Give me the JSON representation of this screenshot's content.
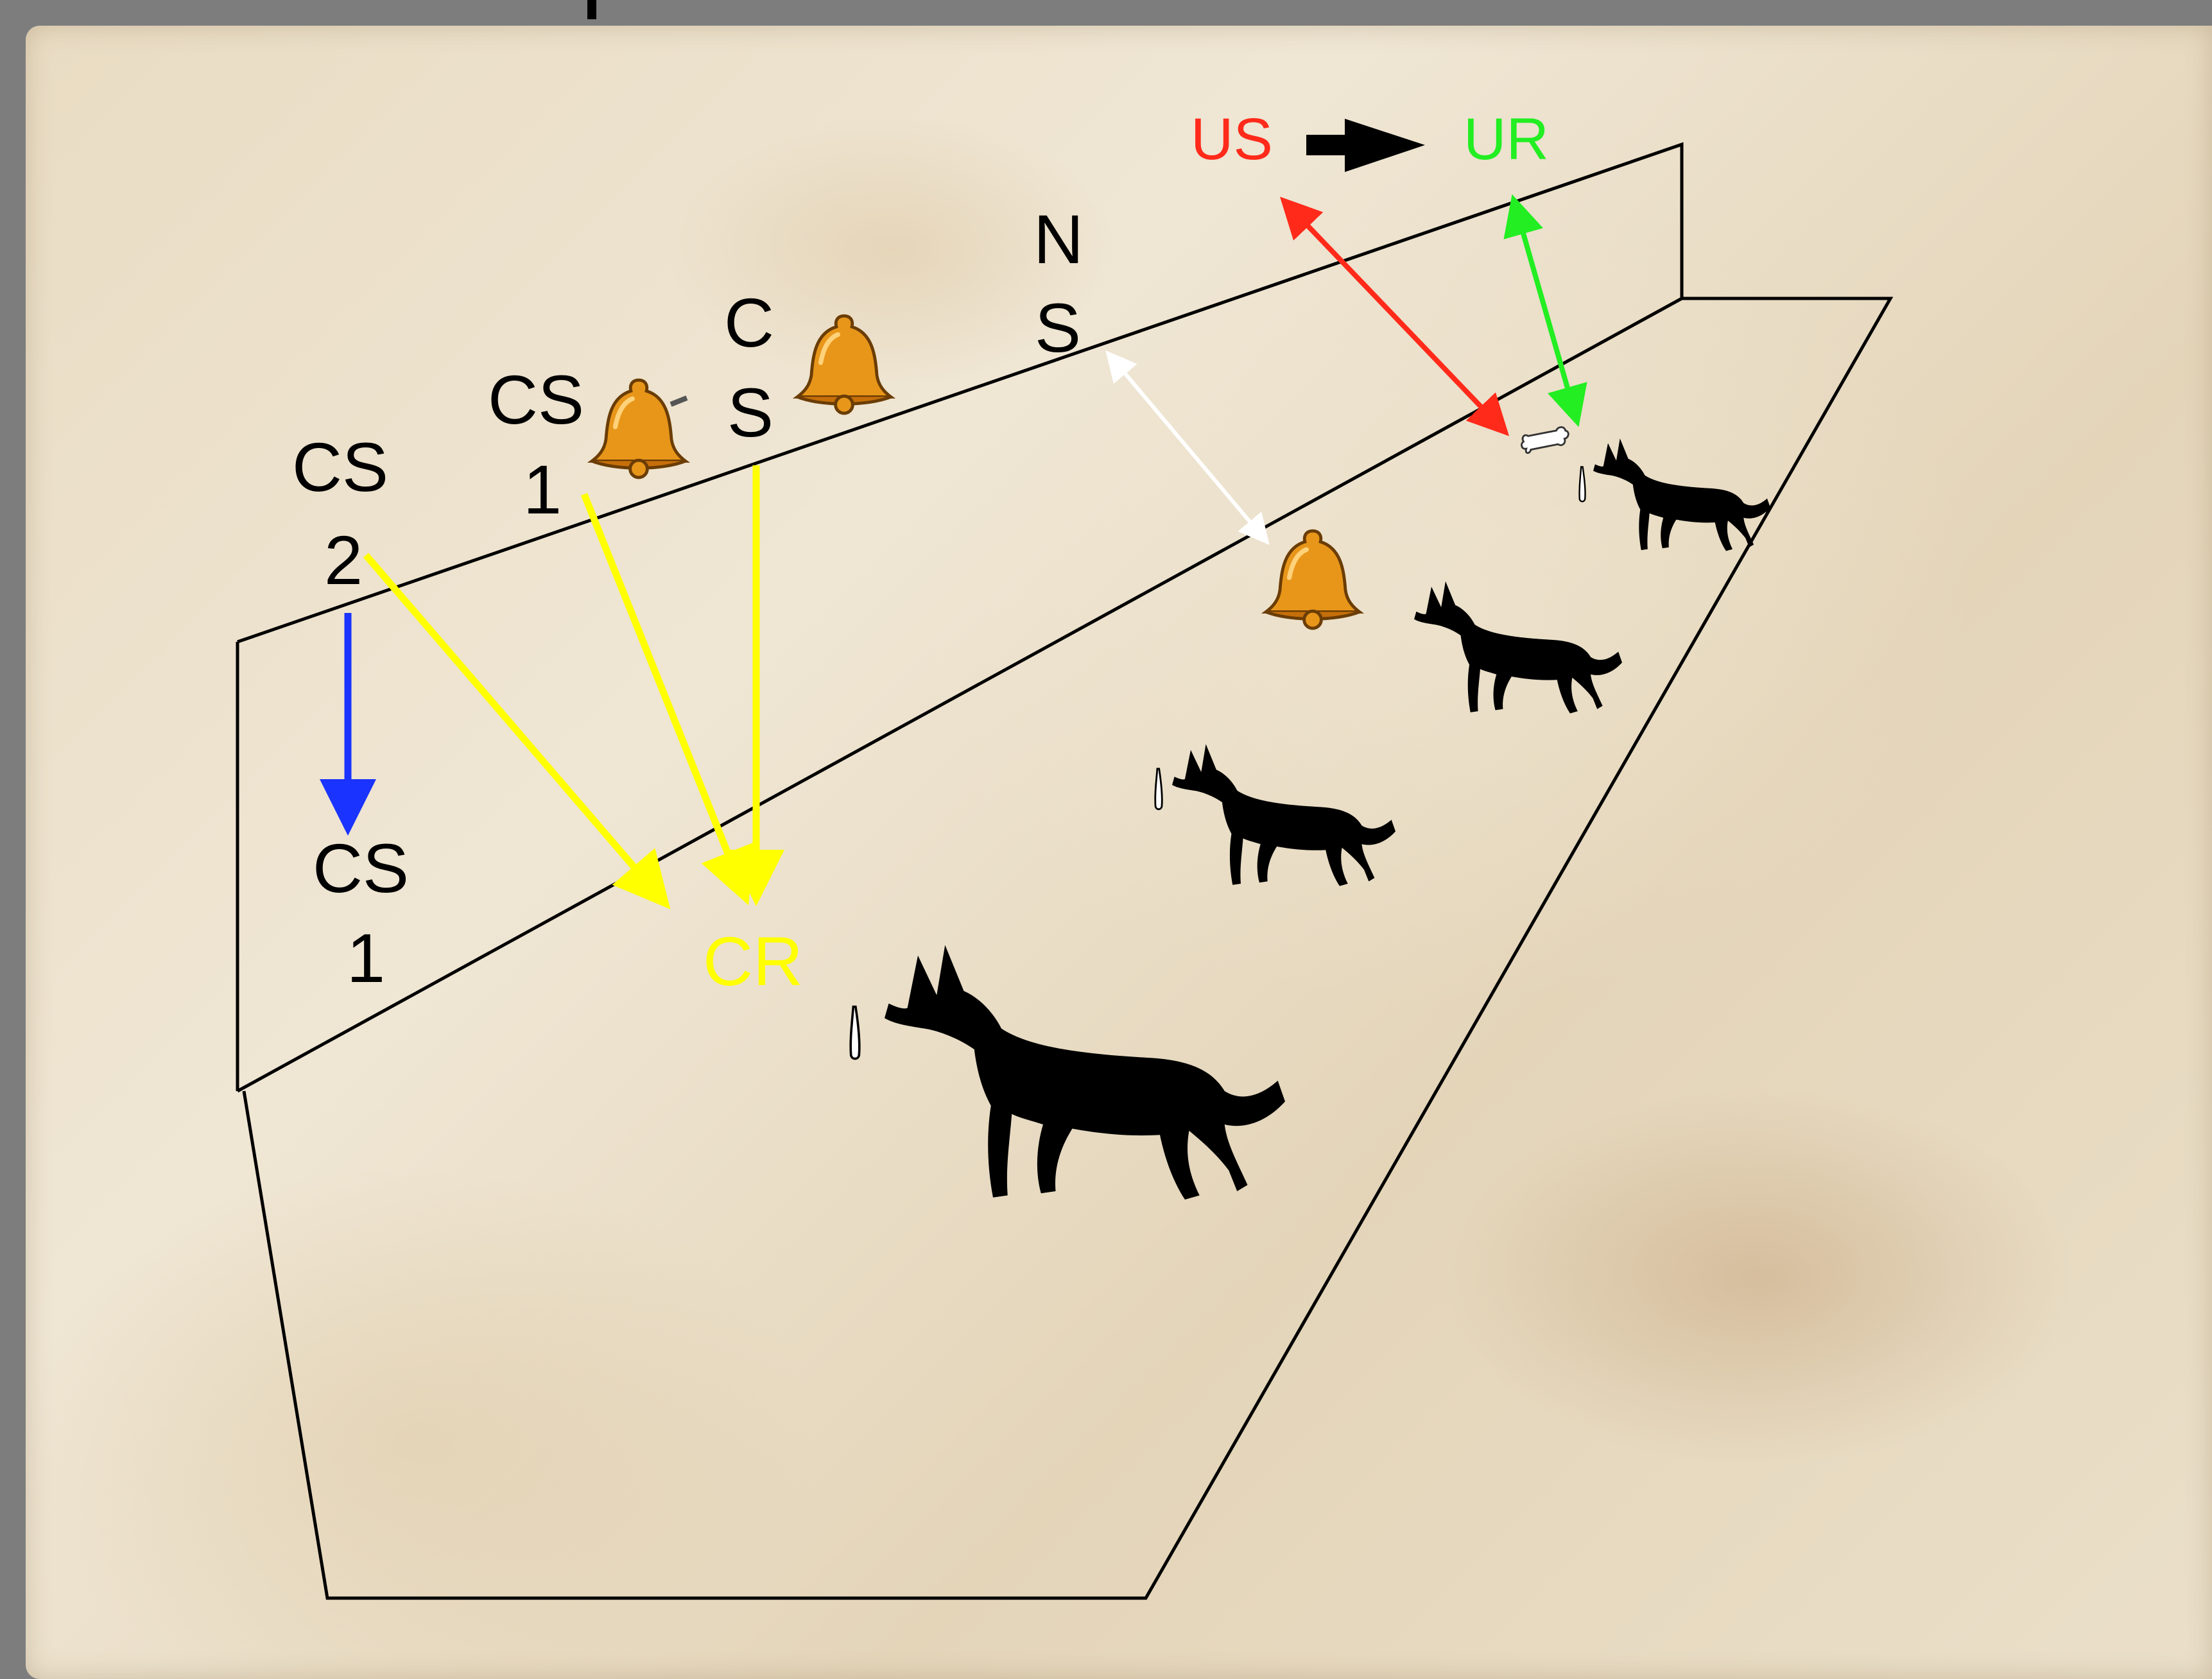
{
  "labels": {
    "us": "US",
    "ur": "UR",
    "ns_line1": "N",
    "ns_line2": "S",
    "cs_line1": "C",
    "cs_line2": "S",
    "cs1_line1": "CS",
    "cs1_line2": "1",
    "cs2_line1": "CS",
    "cs2_line2": "2",
    "cs1b_line1": "CS",
    "cs1b_line2": "1",
    "cr": "CR"
  },
  "colors": {
    "us": "#ff2a1a",
    "ur": "#22ee22",
    "cr": "#ffff00",
    "cs2_to_cs1_arrow": "#1a33ff",
    "ns_arrow": "#ffffff",
    "bell": "#e8961a",
    "dog": "#000000",
    "text": "#000000"
  },
  "icons": [
    "bell-icon",
    "dog-icon",
    "bone-icon",
    "drool-icon",
    "black-arrow-icon"
  ]
}
